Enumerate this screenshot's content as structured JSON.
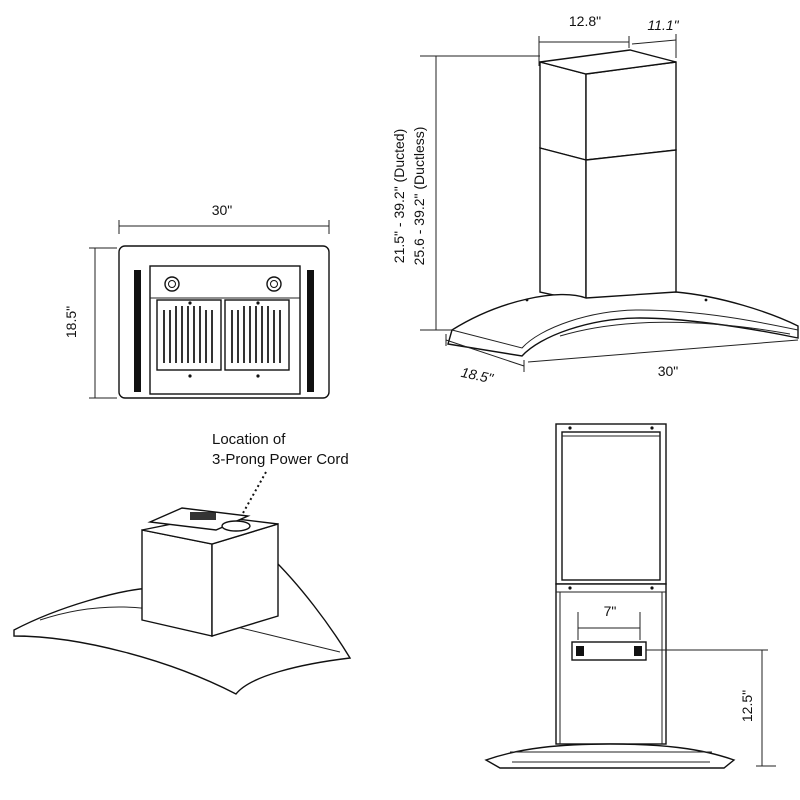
{
  "dimensions": {
    "top_view": {
      "width": "30\"",
      "depth": "18.5\""
    },
    "side_view": {
      "chimney_width": "12.8\"",
      "chimney_depth": "11.1\"",
      "height_ducted": "21.5\" - 39.2\" (Ducted)",
      "height_ductless": "25.6 - 39.2\" (Ductless)",
      "hood_depth": "18.5\"",
      "hood_width": "30\""
    },
    "back_view": {
      "bracket_width": "7\"",
      "bracket_height": "12.5\""
    }
  },
  "notes": {
    "power_cord_line1": "Location of",
    "power_cord_line2": "3-Prong Power Cord"
  }
}
